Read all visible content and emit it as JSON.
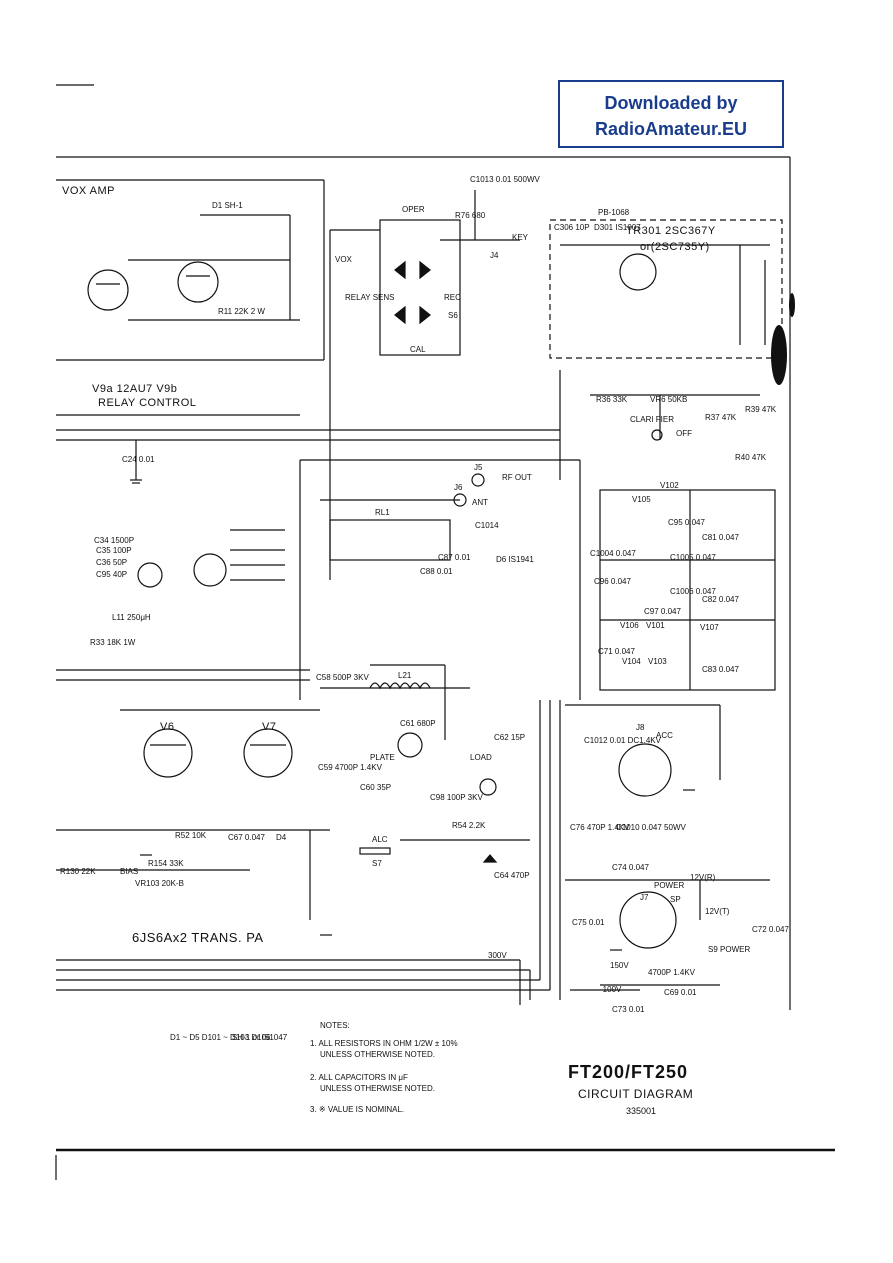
{
  "watermark": {
    "line1": "Downloaded by",
    "line2": "RadioAmateur.EU"
  },
  "sections": {
    "vox_amp": "VOX AMP",
    "tube_v9": "V9a  12AU7  V9b",
    "relay_control": "RELAY CONTROL",
    "trans_pa": "6JS6Ax2  TRANS. PA",
    "oper": "OPER",
    "rec": "REC",
    "cal": "CAL",
    "s6": "S6",
    "tr301": "TR301  2SC367Y",
    "tr301_alt": "or(2SC735Y)",
    "pb": "PB-1068",
    "relay_sens": "RELAY SENS",
    "vox": "VOX",
    "key": "KEY",
    "j4": "J4",
    "ant": "ANT",
    "j6": "J6",
    "j5": "J5",
    "rf_out": "RF OUT",
    "rl1": "RL1",
    "clarifier": "CLARI FIER",
    "off": "OFF",
    "acc": "ACC",
    "j8": "J8",
    "power": "POWER",
    "j7": "J7",
    "alc": "ALC",
    "s7": "S7",
    "bias": "BIAS",
    "plate": "PLATE",
    "load": "LOAD",
    "v6": "V6",
    "v7": "V7"
  },
  "components": {
    "c24": "C24 0.01",
    "c1013": "C1013  0.01 500WV",
    "r76": "R76  680",
    "r11": "R11 22K 2 W",
    "d1": "D1 SH-1",
    "c306": "C306 10P",
    "d301": "D301 IS1007",
    "r36": "R36 33K",
    "vr6": "VR6 50KB",
    "r37": "R37 47K",
    "r40": "R40 47K",
    "r39": "R39 47K",
    "c34": "C34  1500P",
    "c35": "C35 100P",
    "c36": "C36 50P",
    "c95": "C95 40P",
    "r33": "R33 18K 1W",
    "l11": "L11 250μH",
    "c87": "C87 0.01",
    "c88": "C88 0.01",
    "c1014": "C1014",
    "d6": "D6 IS1941",
    "c58": "C58 500P 3KV",
    "l21": "L21",
    "c59": "C59 4700P 1.4KV",
    "c60": "C60 35P",
    "c61": "C61 680P",
    "c62": "C62 15P",
    "c98": "C98 100P 3KV",
    "r54": "R54 2.2K",
    "c64": "C64 470P",
    "r52": "R52 10K",
    "c67": "C67 0.047",
    "d4": "D4",
    "r154": "R154 33K",
    "vr103": "VR103 20K-B",
    "r130": "R130 22K",
    "c74": "C74 0.047",
    "c69": "C69 0.01",
    "c73": "C73 0.01",
    "c70": "4700P 1.4KV",
    "c1012": "C1012 0.01 DC1.4KV",
    "c1010": "C1010 0.047 50WV",
    "c76": "C76 470P 1.4KV",
    "c75": "C75 0.01",
    "v102": "V102",
    "v105": "V105",
    "c95b": "C95 0.047",
    "c81": "C81 0.047",
    "c82": "C82 0.047",
    "c83": "C83 0.047",
    "c1004": "C1004 0.047",
    "c1005": "C1005 0.047",
    "c1006": "C1006 0.047",
    "c96": "C96 0.047",
    "c97": "C97 0.047",
    "c71": "C71 0.047",
    "v106": "V106",
    "v101": "V101",
    "v104": "V104",
    "v103": "V103",
    "v107": "V107"
  },
  "supply": {
    "v300": "300V",
    "v150": "150V",
    "vneg100": "-100V",
    "v12r": "12V(R)",
    "v12t": "12V(T)",
    "s9_power": "S9 POWER",
    "c72": "C72 0.047",
    "sp": "SP"
  },
  "legend": {
    "diodes": "D1 ~ D5  D101 ~ D103  D106",
    "diode_type": "SH-1 or IS1047",
    "notes_title": "NOTES:",
    "note1a": "1. ALL  RESISTORS  IN  OHM 1/2W ± 10%",
    "note1b": "UNLESS  OTHERWISE  NOTED.",
    "note2a": "2. ALL  CAPACITORS  IN  μF",
    "note2b": "UNLESS  OTHERWISE  NOTED.",
    "note3": "3. ※ VALUE  IS NOMINAL."
  },
  "title_block": {
    "model": "FT200/FT250",
    "subtitle": "CIRCUIT  DIAGRAM",
    "number": "335001"
  },
  "colors": {
    "ink": "#111111",
    "watermark": "#1a3c8c",
    "paper": "#ffffff"
  }
}
